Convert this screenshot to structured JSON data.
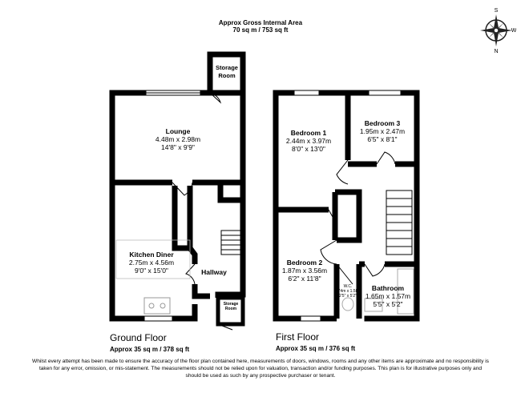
{
  "header": {
    "title": "Approx Gross Internal Area",
    "area": "70 sq m / 753 sq ft"
  },
  "compass": {
    "north": "N",
    "south": "S",
    "west": "W"
  },
  "ground_floor": {
    "title": "Ground Floor",
    "area": "Approx 35 sq m / 378 sq ft",
    "rooms": {
      "storage_top": {
        "name": "Storage Room"
      },
      "lounge": {
        "name": "Lounge",
        "metric": "4.48m x 2.98m",
        "imperial": "14'8\" x 9'9\""
      },
      "kitchen": {
        "name": "Kitchen Diner",
        "metric": "2.75m x 4.56m",
        "imperial": "9'0\" x 15'0\""
      },
      "hallway": {
        "name": "Hallway"
      },
      "storage_bottom": {
        "name": "Storage Room"
      }
    }
  },
  "first_floor": {
    "title": "First Floor",
    "area": "Approx 35 sq m / 376 sq ft",
    "rooms": {
      "bedroom1": {
        "name": "Bedroom 1",
        "metric": "2.44m x 3.97m",
        "imperial": "8'0\" x 13'0\""
      },
      "bedroom3": {
        "name": "Bedroom 3",
        "metric": "1.95m x 2.47m",
        "imperial": "6'5\" x 8'1\""
      },
      "bedroom2": {
        "name": "Bedroom 2",
        "metric": "1.87m x 3.56m",
        "imperial": "6'2\" x 11'8\""
      },
      "wc": {
        "name": "W.C.",
        "metric": "0.74m x 1.58m",
        "imperial": "2'5\" x 5'2\""
      },
      "bathroom": {
        "name": "Bathroom",
        "metric": "1.65m x 1.57m",
        "imperial": "5'5\" x 5'2\""
      }
    }
  },
  "disclaimer": "Whilst every attempt has been made to ensure the accuracy of the floor plan contained here, measurements of doors, windows, rooms and any other items are approximate and no responsibility is taken for any error, omission, or mis-statement. The measurements should not be relied upon for valuation, transaction and/or funding purposes. This plan is for illustrative purposes only and should be used as such by any prospective purchaser or tenant.",
  "colors": {
    "wall": "#000000",
    "fixture": "#999999"
  }
}
